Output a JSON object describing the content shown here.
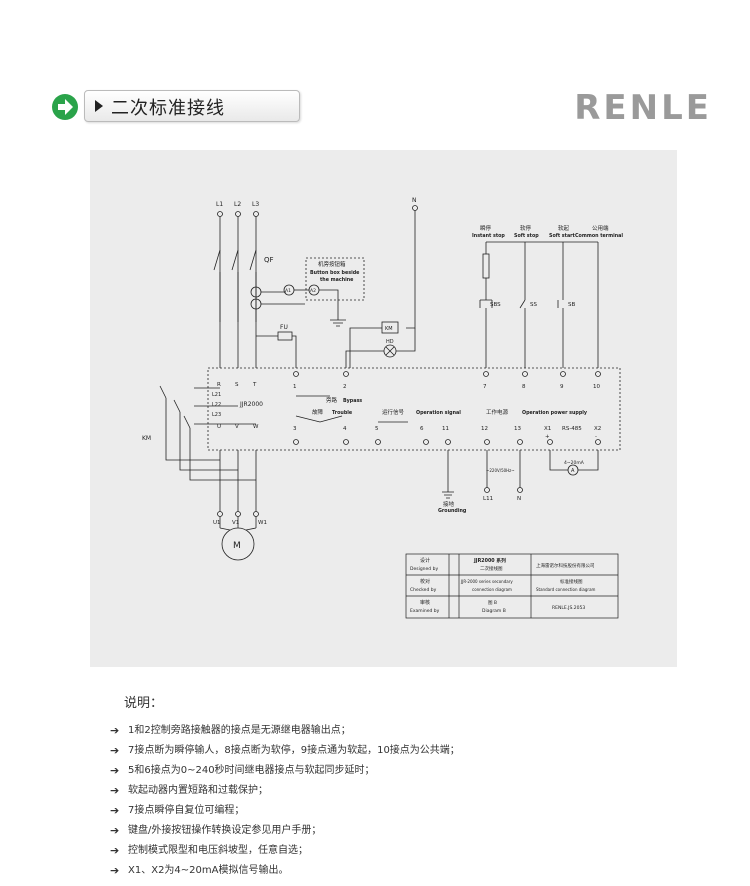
{
  "header": {
    "title": "二次标准接线",
    "brand": "RENLE"
  },
  "diagram": {
    "supply": [
      "L1",
      "L2",
      "L3"
    ],
    "qf": "QF",
    "button_box_cn": "机旁按钮箱",
    "button_box_en_1": "Button box beside",
    "button_box_en_2": "the machine",
    "a1": "A1",
    "a2": "A2",
    "neutral": "N",
    "km_box": "KM",
    "hd": "HD",
    "fu": "FU",
    "instant_stop_cn": "瞬停",
    "instant_stop_en": "Instant stop",
    "soft_stop_cn": "软停",
    "soft_stop_en": "Soft stop",
    "soft_start_cn": "软起",
    "soft_start_en": "Soft start",
    "common_cn": "公用端",
    "common_en": "Common terminal",
    "sbs": "SBS",
    "ss": "SS",
    "sb": "SB",
    "top_terminals": [
      "1",
      "2",
      "7",
      "8",
      "9",
      "10"
    ],
    "rst": [
      "R",
      "S",
      "T"
    ],
    "l2x": [
      "L21",
      "L22",
      "L23"
    ],
    "model": "JJR2000",
    "bypass_cn": "旁路",
    "bypass_en": "Bypass",
    "uvw": [
      "U",
      "V",
      "W"
    ],
    "bottom_terminals": [
      "3",
      "4",
      "5",
      "6",
      "11",
      "12",
      "13",
      "X1",
      "RS-485",
      "X2"
    ],
    "trouble_cn": "故障",
    "trouble_en": "Trouble",
    "opsignal_cn": "运行信号",
    "opsignal_en": "Operation signal",
    "power_cn": "工作电源",
    "power_en": "Operation power supply",
    "km_left": "KM",
    "plus": "+",
    "minus": "-",
    "ma_label": "4~20mA",
    "ammeter": "A",
    "supply_note": "~220V/50Hz~",
    "l11": "L11",
    "n_bottom": "N",
    "ground_cn": "接地",
    "ground_en": "Grounding",
    "motor_terms": [
      "U1",
      "V1",
      "W1"
    ],
    "motor": "M"
  },
  "title_block": {
    "designed_cn": "设计",
    "designed_en": "Designed  by",
    "series_cn_1": "JJR2000 系列",
    "series_cn_2": "二次接线图",
    "company": "上海雷诺尔科技股份有限公司",
    "checked_cn": "校对",
    "checked_en": "Checked  by",
    "series_en_1": "JJR-2000 series secondary",
    "series_en_2": "connection diagram",
    "std_cn": "标准接线图",
    "std_en": "Standard  connection  diagram",
    "examined_cn": "审核",
    "examined_en": "Examined  by",
    "fig_cn": "图 B",
    "fig_en": "Diagram  B",
    "doc_no": "RENLE.JS.2053"
  },
  "notes": {
    "title": "说明：",
    "items": [
      "1和2控制旁路接触器的接点是无源继电器输出点；",
      "7接点断为瞬停输人，8接点断为软停，9接点通为软起，10接点为公共端；",
      "5和6接点为0~240秒时间继电器接点与软起同步延时；",
      "软起动器内置短路和过载保护；",
      "7接点瞬停自复位可编程；",
      "键盘/外接按钮操作转换设定参见用户手册；",
      "控制模式限型和电压斜坡型，任意自选；",
      "X1、X2为4~20mA模拟信号输出。"
    ]
  },
  "colors": {
    "accent_green": "#2aa34a",
    "brand_gray": "#9a9a9a",
    "panel_bg": "#ececec"
  }
}
